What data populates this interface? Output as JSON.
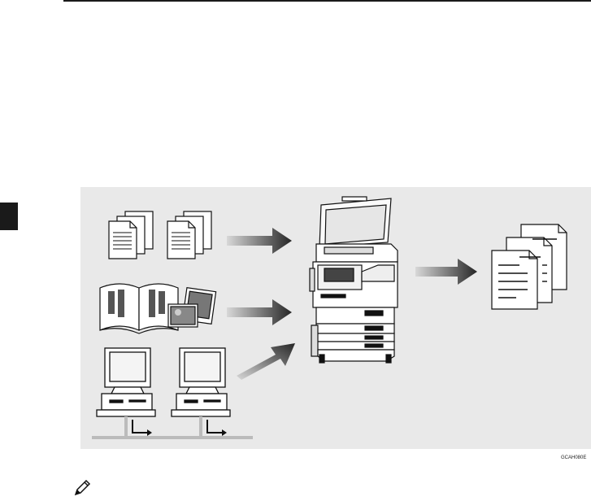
{
  "figure": {
    "code": "GCAH080E",
    "inputs": [
      "document-originals",
      "book-and-photo-originals",
      "networked-computers"
    ],
    "device": "copier-printer",
    "output": "printed-copies"
  },
  "icons": {
    "side_tab": "chapter-tab-marker",
    "note": "pencil-note-icon"
  },
  "colors": {
    "panel": "#e9e9e9",
    "ink": "#1a1a1a",
    "arrow_dark": "#2a2a2a",
    "arrow_light": "#d4d4d4"
  }
}
